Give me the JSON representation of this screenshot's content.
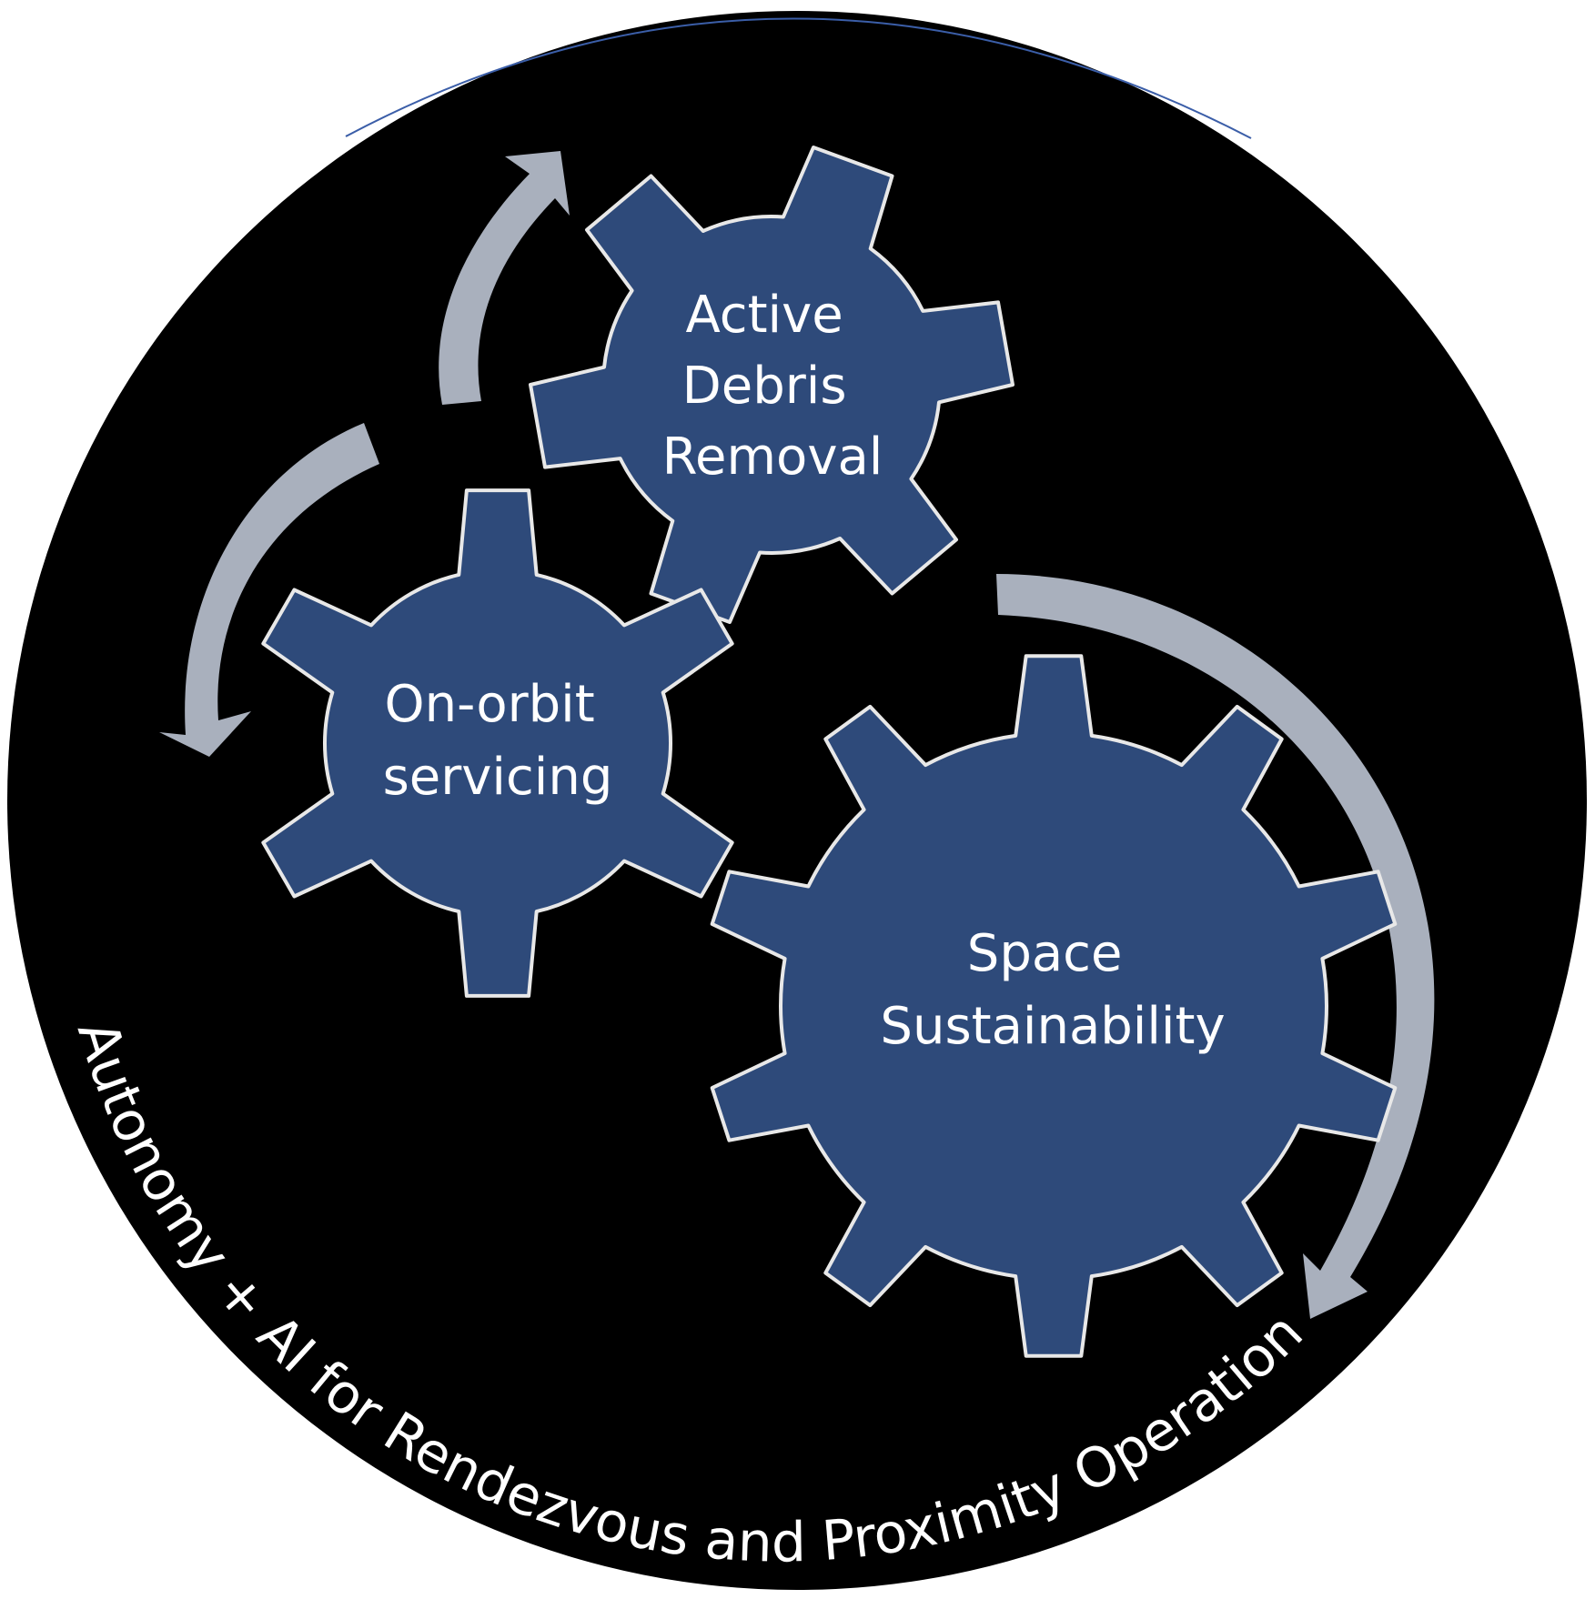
{
  "diagram": {
    "ring_label": "Autonomy + AI for Rendezvous and Proximity Operations",
    "gears": [
      {
        "id": "adr",
        "lines": [
          "Active",
          "Debris",
          "Removal"
        ]
      },
      {
        "id": "oos",
        "lines": [
          "On-orbit",
          "servicing"
        ]
      },
      {
        "id": "ss",
        "lines": [
          "Space",
          "Sustainability"
        ]
      }
    ]
  },
  "colors": {
    "background_disc": "#000000",
    "gear_fill": "#2e4a7a",
    "gear_outline": "#e8e8e8",
    "arrow": "#a9b0bd",
    "text": "#ffffff"
  }
}
